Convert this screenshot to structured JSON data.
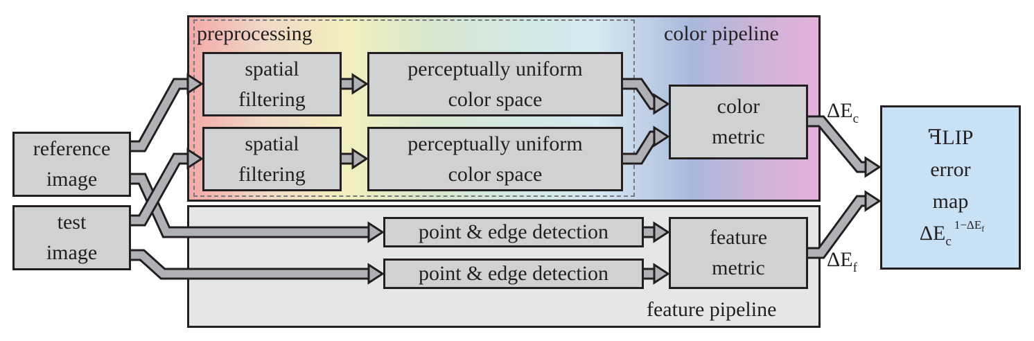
{
  "color_pipeline": {
    "label": "color pipeline",
    "gradient": [
      "#f2a9a7",
      "#f2efbd",
      "#d3e9e8",
      "#a9b8dc",
      "#e3b1d9"
    ]
  },
  "preprocessing": {
    "label": "preprocessing"
  },
  "feature_pipeline": {
    "label": "feature pipeline",
    "fill": "#e5e6e8"
  },
  "inputs": {
    "reference": [
      "reference",
      "image"
    ],
    "test": [
      "test",
      "image"
    ]
  },
  "nodes": {
    "spatial_filtering": [
      "spatial",
      "filtering"
    ],
    "perceptual": [
      "perceptually uniform",
      "color space"
    ],
    "color_metric": [
      "color",
      "metric"
    ],
    "point_edge": "point & edge detection",
    "feature_metric": [
      "feature",
      "metric"
    ]
  },
  "output": {
    "lines": [
      "ꟻLIP",
      "error",
      "map"
    ],
    "formula": {
      "base": "ΔE",
      "sub": "c",
      "sup": "1−ΔE",
      "sup_sub": "f"
    },
    "fill": "#c9e1f5"
  },
  "edge_labels": {
    "color": {
      "base": "ΔE",
      "sub": "c"
    },
    "feature": {
      "base": "ΔE",
      "sub": "f"
    }
  },
  "colors": {
    "arrow": "#b0b1b4",
    "outline": "#231f20",
    "box": "#d0d1d3"
  }
}
